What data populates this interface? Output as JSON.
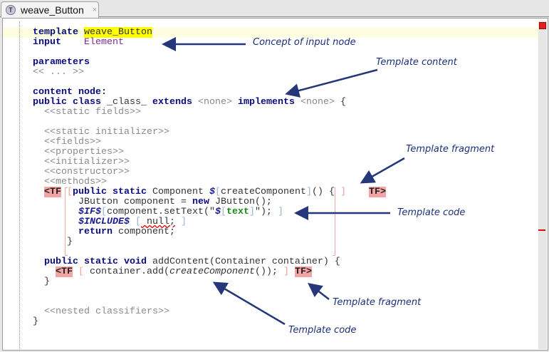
{
  "tab": {
    "title": "weave_Button",
    "icon": "template-icon",
    "close": "×"
  },
  "code_lines": [
    [
      [
        "template ",
        "kw"
      ],
      [
        "weave_Button",
        "hl"
      ]
    ],
    [
      [
        "input    ",
        "kw"
      ],
      [
        "Element",
        "pu"
      ]
    ],
    [],
    [
      [
        "parameters",
        "kw"
      ]
    ],
    [
      [
        "<< ... >>",
        "g"
      ]
    ],
    [],
    [
      [
        "content node:",
        "kw"
      ]
    ],
    [
      [
        "public class ",
        "kw"
      ],
      [
        "_class_ ",
        "p"
      ],
      [
        "extends ",
        "kw"
      ],
      [
        "<none> ",
        "g"
      ],
      [
        "implements ",
        "kw"
      ],
      [
        "<none> ",
        "g"
      ],
      [
        "{",
        "p"
      ]
    ],
    [
      [
        "  <<static fields>>",
        "g"
      ]
    ],
    [],
    [
      [
        "  <<static initializer>>",
        "g"
      ]
    ],
    [
      [
        "  <<fields>>",
        "g"
      ]
    ],
    [
      [
        "  <<properties>>",
        "g"
      ]
    ],
    [
      [
        "  <<initializer>>",
        "g"
      ]
    ],
    [
      [
        "  <<constructor>>",
        "g"
      ]
    ],
    [
      [
        "  <<methods>>",
        "g"
      ]
    ],
    [
      [
        "  ",
        "p"
      ],
      [
        "<TF",
        "tf"
      ],
      [
        " ",
        "p"
      ],
      [
        "[",
        "brr"
      ],
      [
        "public static ",
        "kw"
      ],
      [
        "Component ",
        "p"
      ],
      [
        "$",
        "mac"
      ],
      [
        "[",
        "br"
      ],
      [
        "createComponent",
        "p"
      ],
      [
        "]",
        "br"
      ],
      [
        "() { ",
        "p"
      ],
      [
        "]",
        "brr"
      ],
      [
        "    ",
        "p"
      ],
      [
        "TF>",
        "tf"
      ]
    ],
    [
      [
        "        JButton component = ",
        "p"
      ],
      [
        "new ",
        "kw"
      ],
      [
        "JButton();",
        "p"
      ]
    ],
    [
      [
        "        ",
        "p"
      ],
      [
        "$IF$",
        "mac"
      ],
      [
        "[",
        "br"
      ],
      [
        "component.setText(\"",
        "p"
      ],
      [
        "$",
        "mac"
      ],
      [
        "[",
        "br"
      ],
      [
        "text",
        "gr"
      ],
      [
        "]",
        "br"
      ],
      [
        "\"); ",
        "p"
      ],
      [
        "]",
        "br"
      ]
    ],
    [
      [
        "        ",
        "p"
      ],
      [
        "$INCLUDE$",
        "mac"
      ],
      [
        " ",
        "p"
      ],
      [
        "[",
        "br"
      ],
      [
        " null;",
        "wav"
      ],
      [
        " ",
        "p"
      ],
      [
        "]",
        "br"
      ]
    ],
    [
      [
        "        ",
        "p"
      ],
      [
        "return ",
        "kw"
      ],
      [
        "component;",
        "p"
      ]
    ],
    [
      [
        "      }",
        "p"
      ]
    ],
    [],
    [
      [
        "  ",
        "p"
      ],
      [
        "public static void ",
        "kw"
      ],
      [
        "addContent(Container container) {",
        "p"
      ]
    ],
    [
      [
        "    ",
        "p"
      ],
      [
        "<TF",
        "tf"
      ],
      [
        " ",
        "p"
      ],
      [
        "[",
        "brr"
      ],
      [
        " container.add(",
        "p"
      ],
      [
        "createComponent",
        "it"
      ],
      [
        "()); ",
        "p"
      ],
      [
        "]",
        "brr"
      ],
      [
        " ",
        "p"
      ],
      [
        "TF>",
        "tf"
      ]
    ],
    [
      [
        "  }",
        "p"
      ]
    ],
    [],
    [],
    [
      [
        "  <<nested classifiers>>",
        "g"
      ]
    ],
    [
      [
        "}",
        "p"
      ]
    ]
  ],
  "annotations": [
    {
      "text": "Concept of input node"
    },
    {
      "text": "Template content"
    },
    {
      "text": "Template fragment"
    },
    {
      "text": "Template code"
    },
    {
      "text": "Template fragment"
    },
    {
      "text": "Template code"
    }
  ],
  "colors": {
    "arrow": "#25377a",
    "error": "#e02020",
    "keyword": "#0a0a80",
    "highlight": "#ffff00"
  }
}
